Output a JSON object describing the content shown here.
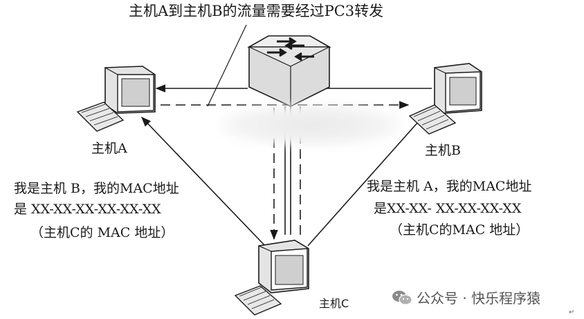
{
  "title": "主机A到主机B的流量需要经过PC3转发",
  "hosts": {
    "a": {
      "label": "主机A"
    },
    "b": {
      "label": "主机B"
    },
    "c": {
      "label": "主机C"
    }
  },
  "messages": {
    "left": {
      "line1": "我是主机 B，我的MAC地址",
      "line2": "是 XX-XX-XX-XX-XX-XX",
      "line3": "（主机C的 MAC 地址）"
    },
    "right": {
      "line1": "我是主机 A，我的MAC地址",
      "line2": "是XX-XX- XX-XX-XX-XX",
      "line3": "（主机C的MAC 地址）"
    }
  },
  "icons": {
    "switch": "network-switch-icon",
    "host_a": "desktop-computer-icon",
    "host_b": "desktop-computer-icon",
    "host_c": "desktop-computer-icon",
    "watermark": "wechat-icon"
  },
  "watermark": {
    "text": "公众号 · 快乐程序猿"
  },
  "end_mark": "↵",
  "colors": {
    "line": "#1a1a1a",
    "text": "#1a1a1a",
    "watermark": "#555555"
  }
}
